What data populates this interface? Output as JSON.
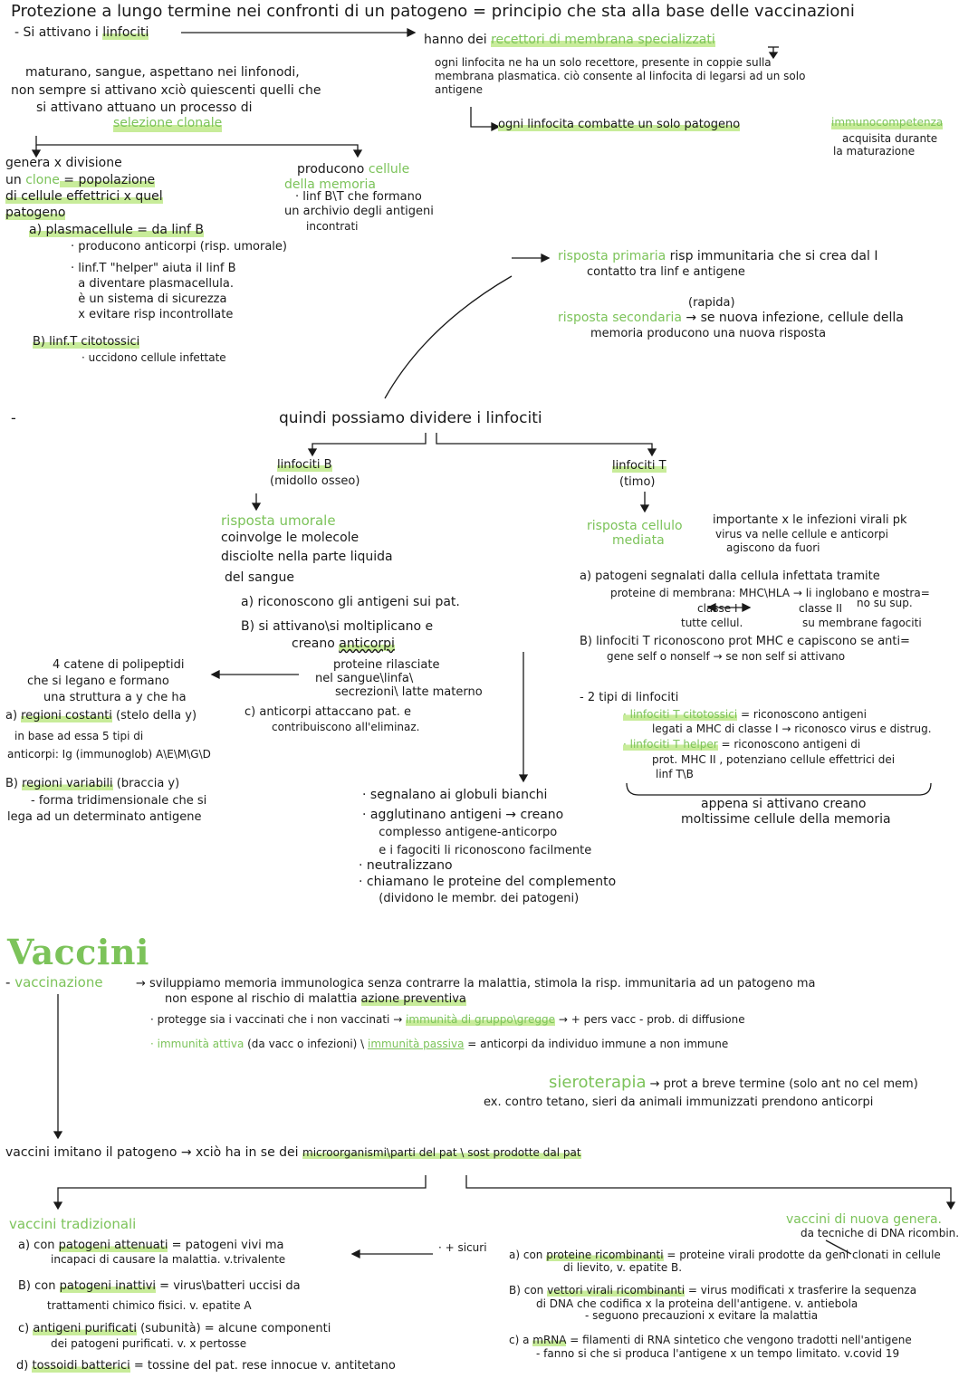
{
  "section1": {
    "title": "Protezione a lungo termine nei confronti di un patogeno = principio che sta alla base delle vaccinazioni",
    "activate": "- Si attivano i ",
    "activate_hl": "linfociti",
    "receptors": "hanno dei ",
    "receptors_g": "recettori di membrana specializzati",
    "receptors_desc": [
      "ogni linfocita ne ha un solo recettore, presente in coppie sulla",
      "membrana plasmatica. ciò consente al linfocita di legarsi ad un solo",
      "antigene"
    ],
    "one_pathogen": "ogni linfocita combatte un solo patogeno",
    "immunocomp": "immunocompetenza",
    "immunocomp_desc": [
      "acquisita durante",
      "la maturazione"
    ],
    "mature": [
      "maturano, sangue, aspettano nei linfonodi,",
      "non sempre si attivano xciò quiescenti quelli che",
      "si attivano attuano un processo di"
    ],
    "mature_hl": "quiescenti",
    "clonal": "selezione clonale",
    "clone_l1": "genera x divisione",
    "clone_l2a": "un ",
    "clone_l2g": "clone",
    "clone_l2b": " = popolazione",
    "clone_l3": "di cellule effettrici x quel",
    "clone_l4": "patogeno",
    "plasma_title": "a) plasmacellule = da linf B",
    "plasma_items": [
      "· producono anticorpi (risp. umorale)",
      "· linf.T \"helper\" aiuta il linf B",
      "  a diventare plasmacellula.",
      "  è un sistema di sicurezza",
      "  x evitare risp incontrollate"
    ],
    "cyto_title": "B) linf.T citotossici",
    "cyto_item": "· uccidono cellule infettate",
    "memory_l1": "producono ",
    "memory_l1g": "cellule",
    "memory_l2g": "della memoria",
    "memory_items": [
      "· linf B\\T che formano",
      "un archivio degli antigeni",
      "incontrati"
    ],
    "primary_g": "risposta primaria",
    "primary_desc": " risp immunitaria che si crea dal I",
    "primary_desc2": "contatto tra linf e antigene",
    "rapid": "(rapida)",
    "secondary_g": "risposta secondaria",
    "secondary_desc": "→ se nuova infezione, cellule della",
    "secondary_desc2": "memoria producono una nuova risposta"
  },
  "section2": {
    "dash": "-",
    "title": "quindi possiamo dividere i linfociti",
    "b_title": "linfociti B",
    "b_sub": "(midollo osseo)",
    "umoral_g": "risposta umorale",
    "umoral_desc": [
      "coinvolge le molecole",
      "disciolte nella parte liquida",
      "del sangue"
    ],
    "b_a": "a) riconoscono gli antigeni sui pat.",
    "b_b1": "B) si attivano\\si moltiplicano e",
    "b_b2": "creano ",
    "b_b2u": "anticorpi",
    "proteins": [
      "proteine rilasciate",
      "nel sangue\\linfa\\",
      "secrezioni\\ latte materno"
    ],
    "b_c": [
      "c) anticorpi attaccano pat. e",
      "contribuiscono all'eliminaz."
    ],
    "chains": [
      "4 catene di polipeptidi",
      "che si legano e formano",
      "una struttura a y che ha"
    ],
    "const_a": "a) ",
    "const_hl": "regioni costanti",
    "const_b": " (stelo della y)",
    "const_rest": [
      "in base ad essa 5 tipi di",
      "anticorpi: Ig (immunoglob) A\\E\\M\\G\\D"
    ],
    "var_a": "B) ",
    "var_hl": "regioni variabili",
    "var_b": " (braccia y)",
    "var_rest": [
      "- forma tridimensionale che si",
      "lega ad un determinato antigene"
    ],
    "ab_actions": [
      "· segnalano ai globuli bianchi",
      "· agglutinano antigeni → creano",
      "  complesso antigene-anticorpo",
      "  e i fagociti li riconoscono facilmente",
      "· neutralizzano",
      "· chiamano le proteine del complemento",
      "  (dividono le membr. dei patogeni)"
    ],
    "t_title": "linfociti T",
    "t_sub": "(timo)",
    "cell_g": [
      "risposta cellulo",
      "mediata"
    ],
    "cell_desc": [
      "importante x le infezioni virali pk",
      "virus va nelle cellule e anticorpi",
      "agiscono da fuori"
    ],
    "t_a1": "a) patogeni segnalati dalla cellula infettata tramite",
    "t_a2": "proteine di membrana: MHC\\HLA → li inglobano e mostra=",
    "t_a2b": "no su sup.",
    "t_class1": "classe I",
    "t_class2": "classe II",
    "t_all": "tutte cellul.",
    "t_fago": "su membrane fagociti",
    "t_b1": "B) linfociti T riconoscono prot MHC e capiscono se anti=",
    "t_b2": "gene self o nonself → se non self si attivano",
    "t_types": "- 2 tipi di linfociti",
    "t_cyto_g": "· linfociti T citotossici",
    "t_cyto_d": " = riconoscono antigeni",
    "t_cyto_d2": "legati a MHC di classe I → riconosco virus e distrug.",
    "t_help_g": "· linfociti T helper",
    "t_help_d": " = riconoscono antigeni di",
    "t_help_d2": "prot. MHC II , potenziano cellule effettrici dei",
    "t_help_d3": "linf T\\B",
    "t_memory": [
      "appena si attivano creano",
      "moltissime cellule della memoria"
    ]
  },
  "section3": {
    "big_title": "Vaccini",
    "vacc_dash": "- ",
    "vacc_g": "vaccinazione",
    "vacc_desc": "→ sviluppiamo memoria immunologica senza contrarre la malattia, stimola la risp. immunitaria ad un patogeno ma",
    "vacc_desc2a": "non espone al rischio di malattia ",
    "vacc_desc2hl": "azione preventiva",
    "prot_a": "· protegge sia i vaccinati che i non vaccinati → ",
    "prot_g": "immunità di gruppo\\gregge",
    "prot_b": " → + pers vacc - prob. di diffusione",
    "act_g": "· immunità attiva",
    "act_a": " (da vacc o infezioni) \\ ",
    "pass_g": "immunità passiva",
    "pass_b": " = anticorpi da individuo immune a non immune",
    "siero_g": "sieroterapia",
    "siero_desc": " → prot a breve termine (solo ant no cel mem)",
    "siero_desc2": "ex. contro tetano, sieri da animali immunizzati prendono anticorpi",
    "imit_a": "vaccini imitano il patogeno → xciò ha in se dei ",
    "imit_hl": "microorganismi\\parti del pat \\ sost prodotte dal pat",
    "trad_g": "vaccini tradizionali",
    "trad_items": [
      {
        "a": "a) con ",
        "hl": "patogeni attenuati",
        "b": " = patogeni vivi ma",
        "c": "incapaci di causare la malattia. v.trivalente"
      },
      {
        "a": "B) con ",
        "hl": "patogeni inattivi",
        "b": " = virus\\batteri uccisi da",
        "c": "trattamenti chimico fisici. v. epatite A"
      },
      {
        "a": "c) ",
        "hl": "antigeni purificati",
        "b": " (subunità) = alcune componenti",
        "c": "dei patogeni purificati. v. x pertosse"
      },
      {
        "a": "d) ",
        "hl": "tossoidi batterici",
        "b": " = tossine del pat. rese innocue v. antitetano",
        "c": ""
      }
    ],
    "safer": "· + sicuri",
    "new_g": "vaccini di nuova genera.",
    "new_sub": "da tecniche di DNA ricombin.",
    "new_items": [
      {
        "a": "a) con ",
        "hl": "proteine ricombinanti",
        "b": " = proteine virali prodotte da geni clonati in cellule",
        "c": "di lievito, v. epatite B."
      },
      {
        "a": "B) con ",
        "hl": "vettori virali ricombinanti",
        "b": " = virus modificati x trasferire la sequenza",
        "c": "di DNA che codifica x la proteina dell'antigene. v. antiebola",
        "d": "- seguono precauzioni x evitare la malattia"
      },
      {
        "a": "c) a ",
        "hl": "mRNA",
        "b": " = filamenti di RNA sintetico che vengono tradotti nell'antigene",
        "c": "- fanno si che si produca l'antigene x un tempo limitato. v.covid 19"
      }
    ]
  }
}
